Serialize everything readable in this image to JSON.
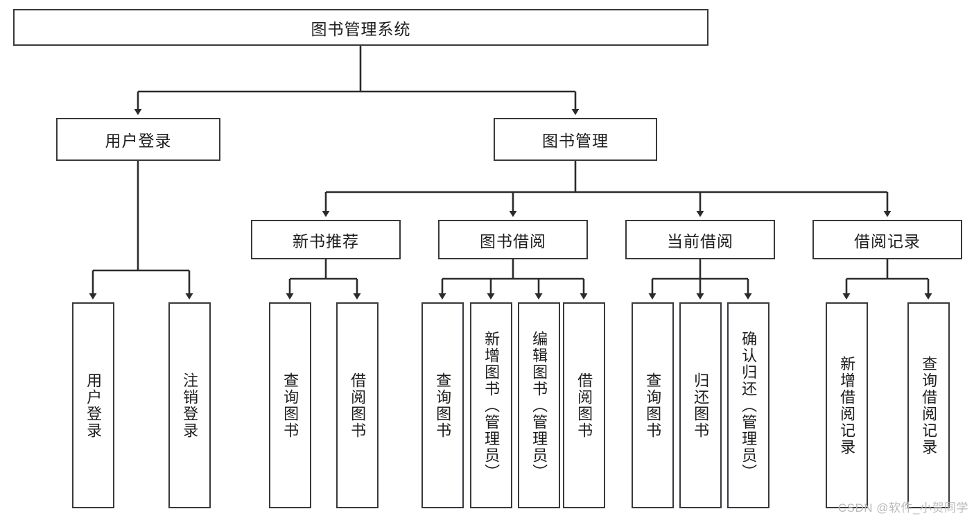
{
  "diagram": {
    "title": "图书管理系统",
    "type": "tree-hierarchy-chart",
    "colors": {
      "box_border": "#36393d",
      "box_fill": "#ffffff",
      "connector": "#2b2b2b",
      "text": "#1d1d1d",
      "watermark": "#b9b9b9",
      "background": "#ffffff"
    },
    "root": {
      "label": "图书管理系统"
    },
    "level2": [
      {
        "id": "user-login",
        "label": "用户登录"
      },
      {
        "id": "book-management",
        "label": "图书管理"
      }
    ],
    "level3": [
      {
        "id": "new-book-recommend",
        "label": "新书推荐"
      },
      {
        "id": "book-borrow",
        "label": "图书借阅"
      },
      {
        "id": "current-borrow",
        "label": "当前借阅"
      },
      {
        "id": "borrow-record",
        "label": "借阅记录"
      }
    ],
    "leaves": {
      "user-login": [
        {
          "id": "leaf-user-login",
          "label": "用户登录"
        },
        {
          "id": "leaf-user-logout",
          "label": "注销登录"
        }
      ],
      "new-book-recommend": [
        {
          "id": "leaf-query-book-1",
          "label": "查询图书"
        },
        {
          "id": "leaf-borrow-book-1",
          "label": "借阅图书"
        }
      ],
      "book-borrow": [
        {
          "id": "leaf-query-book-2",
          "label": "查询图书"
        },
        {
          "id": "leaf-add-book",
          "label": "新增图书（管理员）"
        },
        {
          "id": "leaf-edit-book",
          "label": "编辑图书（管理员）"
        },
        {
          "id": "leaf-borrow-book-2",
          "label": "借阅图书"
        }
      ],
      "current-borrow": [
        {
          "id": "leaf-query-book-3",
          "label": "查询图书"
        },
        {
          "id": "leaf-return-book",
          "label": "归还图书"
        },
        {
          "id": "leaf-confirm-return",
          "label": "确认归还（管理员）"
        }
      ],
      "borrow-record": [
        {
          "id": "leaf-add-record",
          "label": "新增借阅记录"
        },
        {
          "id": "leaf-query-record",
          "label": "查询借阅记录"
        }
      ]
    }
  },
  "watermark": {
    "text": "CSDN @软件_小贺同学"
  }
}
